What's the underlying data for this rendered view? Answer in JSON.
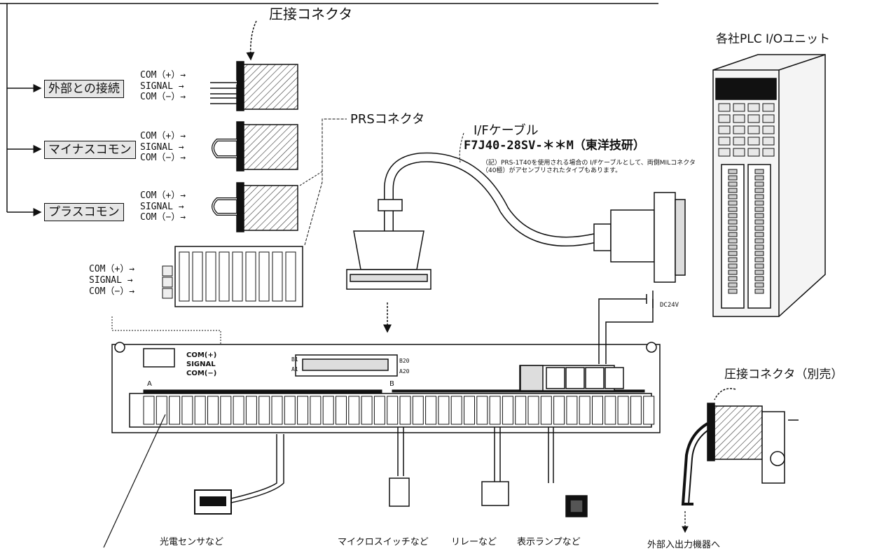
{
  "labels": {
    "crimp_connector": "圧接コネクタ",
    "plc_unit": "各社PLC I/Oユニット",
    "prs_connector": "PRSコネクタ",
    "if_cable": "I/Fケーブル",
    "cable_model": "F7J40-28SV-＊＊M（東洋技研）",
    "cable_note": "（記）PRS-1T40を使用される場合の I/Fケーブルとして、両側MILコネクタ（40極）がアセンブリされたタイプもあります。",
    "crimp_connector_sold_separately": "圧接コネクタ（別売）",
    "to_external_io": "外部入出力機器へ",
    "dc24v": "DC24V"
  },
  "wiring_modes": [
    {
      "label": "外部との接続"
    },
    {
      "label": "マイナスコモン"
    },
    {
      "label": "プラスコモン"
    }
  ],
  "signal_lines": {
    "com_plus": "COM（+）→",
    "signal": "SIGNAL →",
    "com_minus": "COM（−）→"
  },
  "terminal_block": {
    "pin_a_top": "B1",
    "pin_a_bottom": "A1",
    "pin_b_top": "B20",
    "pin_b_bottom": "A20",
    "row_a": "A",
    "row_b": "B",
    "com_plus": "COM(+)",
    "signal": "SIGNAL",
    "com_minus": "COM(−)"
  },
  "devices": [
    {
      "label": "光電センサなど"
    },
    {
      "label": "マイクロスイッチなど"
    },
    {
      "label": "リレーなど"
    },
    {
      "label": "表示ランプなど"
    }
  ]
}
